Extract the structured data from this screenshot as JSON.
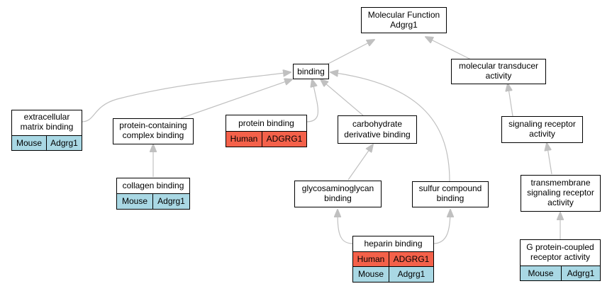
{
  "colors": {
    "human": "#f4614a",
    "mouse": "#a9d8e4",
    "edge": "#c0c0c0",
    "border": "#000000"
  },
  "nodes": {
    "molecular_function": {
      "lines": [
        "Molecular Function",
        "Adgrg1"
      ],
      "annotations": []
    },
    "binding": {
      "lines": [
        "binding"
      ],
      "annotations": []
    },
    "molecular_transducer": {
      "lines": [
        "molecular transducer",
        "activity"
      ],
      "annotations": []
    },
    "extracellular_matrix": {
      "lines": [
        "extracellular",
        "matrix binding"
      ],
      "annotations": [
        {
          "species": "Mouse",
          "gene": "Adgrg1",
          "kind": "mouse"
        }
      ]
    },
    "protein_containing": {
      "lines": [
        "protein-containing",
        "complex binding"
      ],
      "annotations": []
    },
    "protein_binding": {
      "lines": [
        "protein binding"
      ],
      "annotations": [
        {
          "species": "Human",
          "gene": "ADGRG1",
          "kind": "human"
        }
      ]
    },
    "carbohydrate_derivative": {
      "lines": [
        "carbohydrate",
        "derivative binding"
      ],
      "annotations": []
    },
    "signaling_receptor": {
      "lines": [
        "signaling receptor",
        "activity"
      ],
      "annotations": []
    },
    "collagen_binding": {
      "lines": [
        "collagen binding"
      ],
      "annotations": [
        {
          "species": "Mouse",
          "gene": "Adgrg1",
          "kind": "mouse"
        }
      ]
    },
    "glycosaminoglycan": {
      "lines": [
        "glycosaminoglycan",
        "binding"
      ],
      "annotations": []
    },
    "sulfur_compound": {
      "lines": [
        "sulfur compound",
        "binding"
      ],
      "annotations": []
    },
    "transmembrane": {
      "lines": [
        "transmembrane",
        "signaling receptor",
        "activity"
      ],
      "annotations": []
    },
    "heparin_binding": {
      "lines": [
        "heparin binding"
      ],
      "annotations": [
        {
          "species": "Human",
          "gene": "ADGRG1",
          "kind": "human"
        },
        {
          "species": "Mouse",
          "gene": "Adgrg1",
          "kind": "mouse"
        }
      ]
    },
    "gpcr_activity": {
      "lines": [
        "G protein-coupled",
        "receptor activity"
      ],
      "annotations": [
        {
          "species": "Mouse",
          "gene": "Adgrg1",
          "kind": "mouse"
        }
      ]
    }
  },
  "edges": [
    {
      "from": "binding",
      "to": "molecular_function"
    },
    {
      "from": "molecular_transducer",
      "to": "molecular_function"
    },
    {
      "from": "extracellular_matrix",
      "to": "binding"
    },
    {
      "from": "protein_containing",
      "to": "binding"
    },
    {
      "from": "protein_binding",
      "to": "binding"
    },
    {
      "from": "carbohydrate_derivative",
      "to": "binding"
    },
    {
      "from": "sulfur_compound",
      "to": "binding"
    },
    {
      "from": "signaling_receptor",
      "to": "molecular_transducer"
    },
    {
      "from": "collagen_binding",
      "to": "protein_containing"
    },
    {
      "from": "glycosaminoglycan",
      "to": "carbohydrate_derivative"
    },
    {
      "from": "transmembrane",
      "to": "signaling_receptor"
    },
    {
      "from": "heparin_binding",
      "to": "glycosaminoglycan"
    },
    {
      "from": "heparin_binding",
      "to": "sulfur_compound"
    },
    {
      "from": "gpcr_activity",
      "to": "transmembrane"
    }
  ]
}
